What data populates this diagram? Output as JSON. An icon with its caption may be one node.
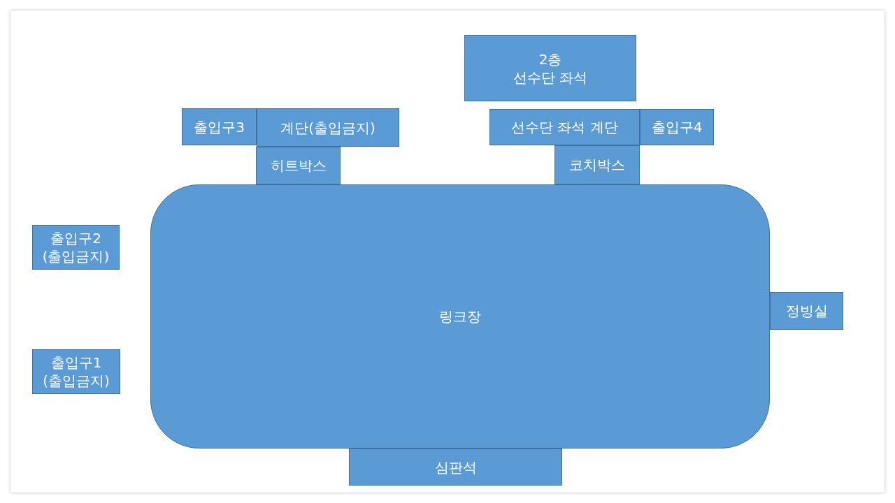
{
  "diagram": {
    "nodes": [
      {
        "text": [
          "2층 선수단 좌석"
        ]
      },
      {
        "text": [
          "출입구3"
        ]
      },
      {
        "text": [
          "계단(출입금지)"
        ]
      },
      {
        "text": [
          "선수단 좌석 계단"
        ]
      },
      {
        "text": [
          "출입구4"
        ]
      },
      {
        "text": [
          "히트박스"
        ]
      },
      {
        "text": [
          "코치박스"
        ]
      },
      {
        "text": [
          "링크장"
        ]
      },
      {
        "text": [
          "출입구2 (출입금지)"
        ]
      },
      {
        "text": [
          "정빙실"
        ]
      },
      {
        "text": [
          "출입구1 (출입금지)"
        ]
      },
      {
        "text": [
          "심판석"
        ]
      }
    ]
  }
}
